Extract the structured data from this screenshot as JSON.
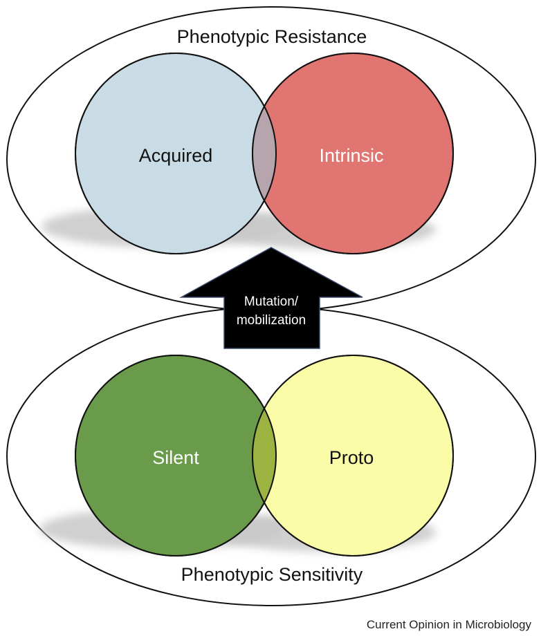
{
  "top_group": {
    "title": "Phenotypic Resistance",
    "left_circle": {
      "label": "Acquired",
      "fill": "#c9dce6",
      "text_color": "#111111"
    },
    "right_circle": {
      "label": "Intrinsic",
      "fill": "#e07571",
      "text_color": "#ffffff"
    },
    "overlap_fill": "#b7a5ad"
  },
  "bottom_group": {
    "title": "Phenotypic Sensitivity",
    "left_circle": {
      "label": "Silent",
      "fill": "#6a9b4b",
      "text_color": "#ffffff"
    },
    "right_circle": {
      "label": "Proto",
      "fill": "#fafca8",
      "text_color": "#111111"
    },
    "overlap_fill": "#9cb341"
  },
  "arrow": {
    "line1": "Mutation/",
    "line2": "mobilization",
    "fill": "#000000"
  },
  "credit": "Current Opinion in Microbiology"
}
